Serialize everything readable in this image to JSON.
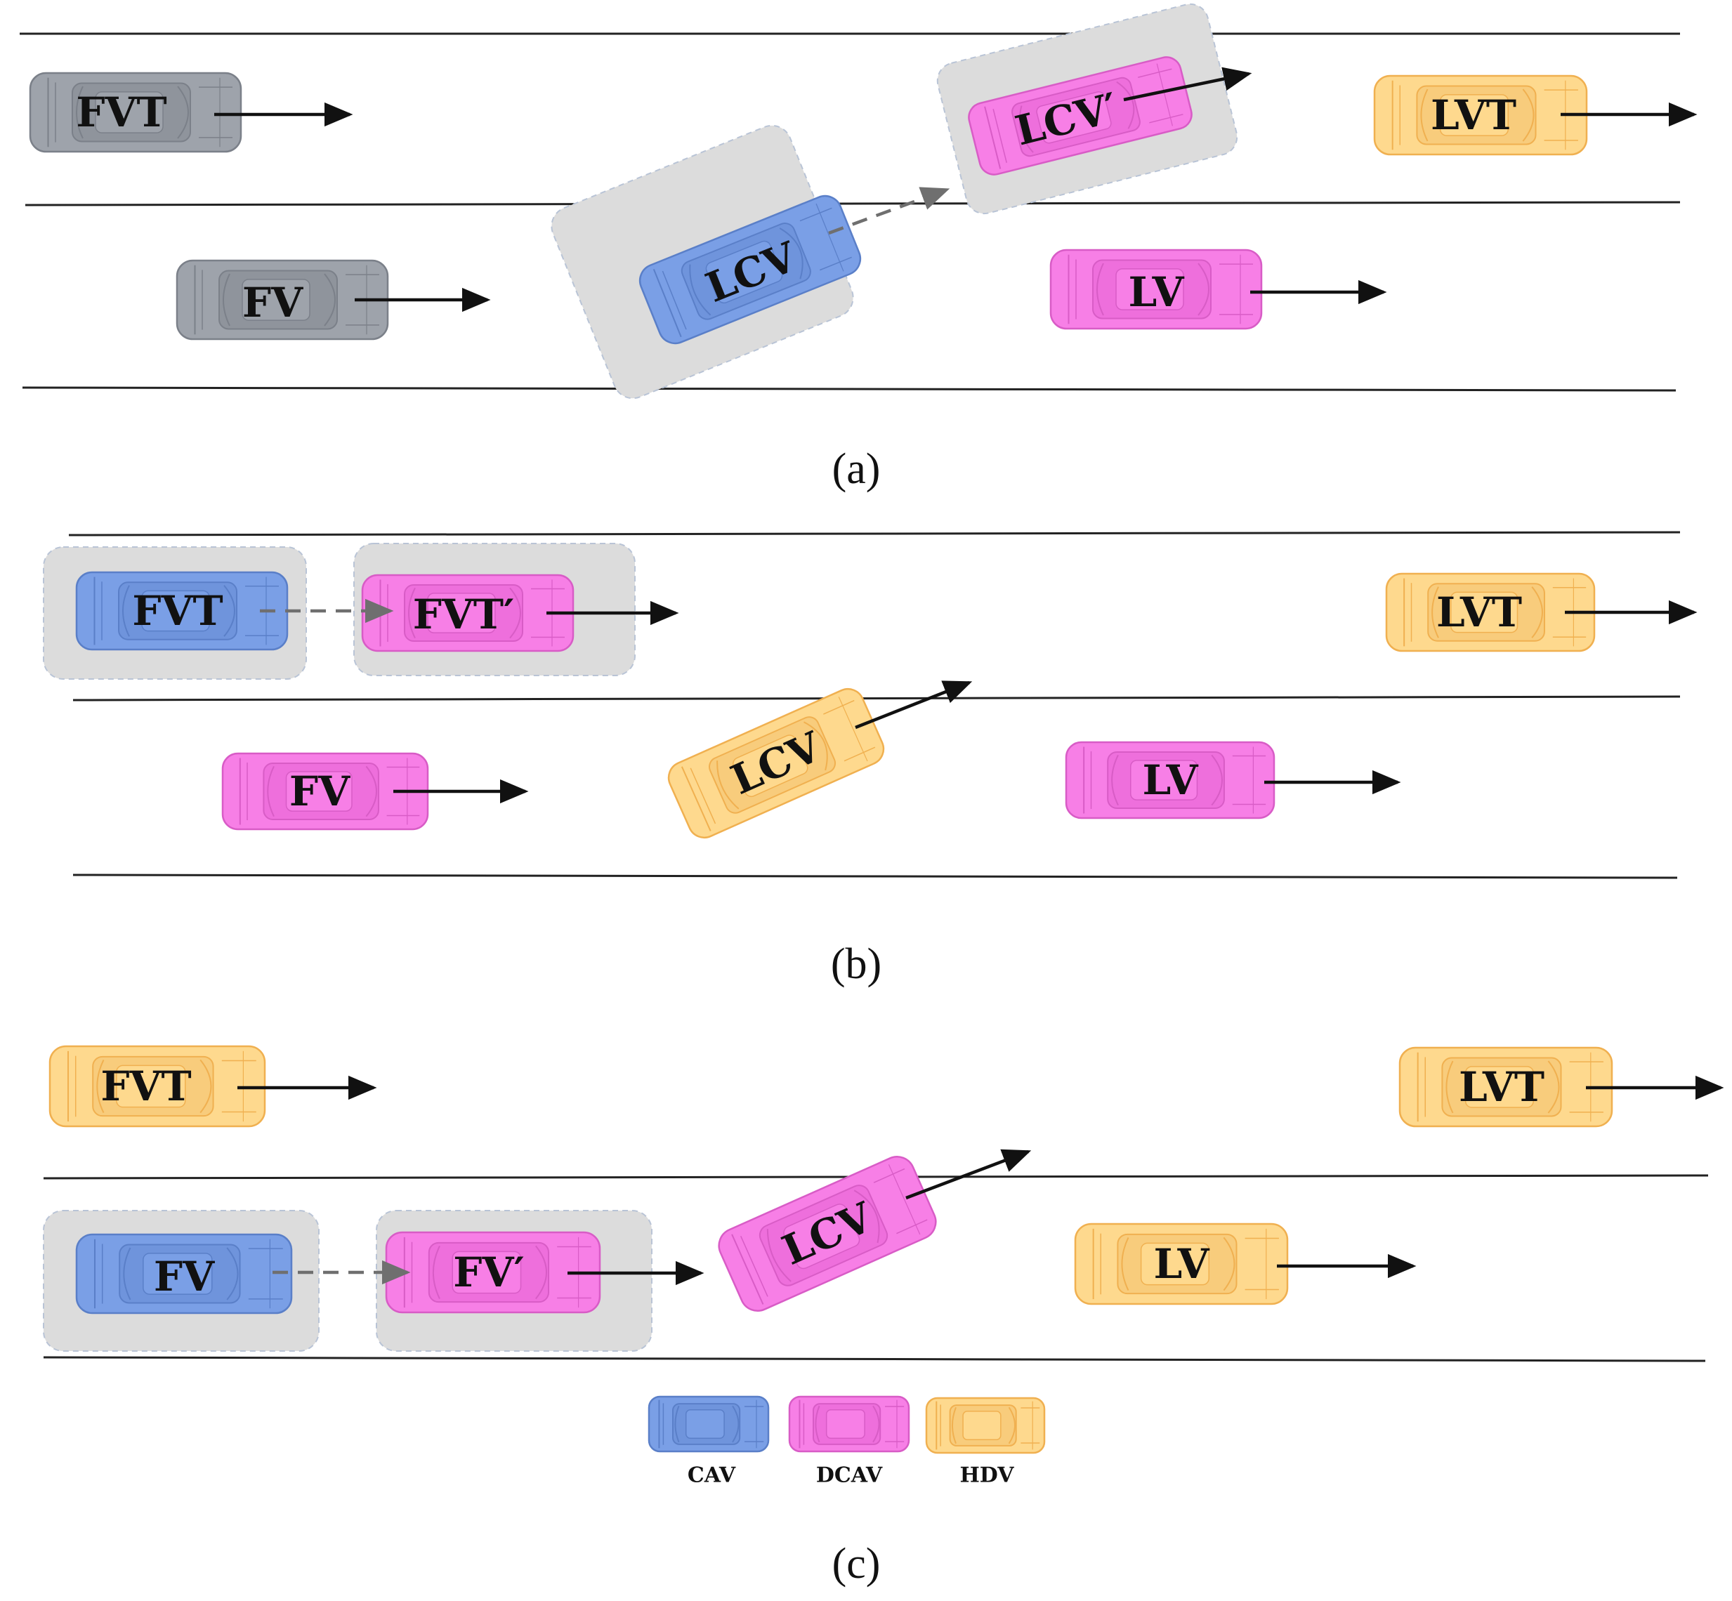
{
  "colors": {
    "CAV": {
      "fill": "#7a9fe6",
      "stroke": "#5a7fc8",
      "inner": "#6f94dc"
    },
    "DCAV": {
      "fill": "#f77fe6",
      "stroke": "#d85cc6",
      "inner": "#ee6fdc"
    },
    "HDV": {
      "fill": "#fed98e",
      "stroke": "#f0b050",
      "inner": "#f8cc7c"
    },
    "GREY": {
      "fill": "#9ea3ab",
      "stroke": "#7b8089",
      "inner": "#8f949c"
    },
    "highlight": "#dcdcdc",
    "arrow": "#111111",
    "dashed_arrow": "#6f6f6f"
  },
  "panels": [
    {
      "caption": "(a)",
      "vehicles": [
        {
          "id": "a-fvt",
          "label": "FVT",
          "type": "GREY"
        },
        {
          "id": "a-lcvp",
          "label": "LCV′",
          "type": "DCAV",
          "highlight": true
        },
        {
          "id": "a-lvt",
          "label": "LVT",
          "type": "HDV"
        },
        {
          "id": "a-fv",
          "label": "FV",
          "type": "GREY"
        },
        {
          "id": "a-lcv",
          "label": "LCV",
          "type": "CAV",
          "highlight": true
        },
        {
          "id": "a-lv",
          "label": "LV",
          "type": "DCAV"
        }
      ]
    },
    {
      "caption": "(b)",
      "vehicles": [
        {
          "id": "b-fvt",
          "label": "FVT",
          "type": "CAV",
          "highlight": true
        },
        {
          "id": "b-fvtp",
          "label": "FVT′",
          "type": "DCAV",
          "highlight": true
        },
        {
          "id": "b-lvt",
          "label": "LVT",
          "type": "HDV"
        },
        {
          "id": "b-fv",
          "label": "FV",
          "type": "DCAV"
        },
        {
          "id": "b-lcv",
          "label": "LCV",
          "type": "HDV"
        },
        {
          "id": "b-lv",
          "label": "LV",
          "type": "DCAV"
        }
      ]
    },
    {
      "caption": "(c)",
      "vehicles": [
        {
          "id": "c-fvt",
          "label": "FVT",
          "type": "HDV"
        },
        {
          "id": "c-lvt",
          "label": "LVT",
          "type": "HDV"
        },
        {
          "id": "c-fv",
          "label": "FV",
          "type": "CAV",
          "highlight": true
        },
        {
          "id": "c-fvp",
          "label": "FV′",
          "type": "DCAV",
          "highlight": true
        },
        {
          "id": "c-lcv",
          "label": "LCV",
          "type": "DCAV"
        },
        {
          "id": "c-lv",
          "label": "LV",
          "type": "HDV"
        }
      ]
    }
  ],
  "legend": [
    {
      "label": "CAV",
      "type": "CAV"
    },
    {
      "label": "DCAV",
      "type": "DCAV"
    },
    {
      "label": "HDV",
      "type": "HDV"
    }
  ]
}
